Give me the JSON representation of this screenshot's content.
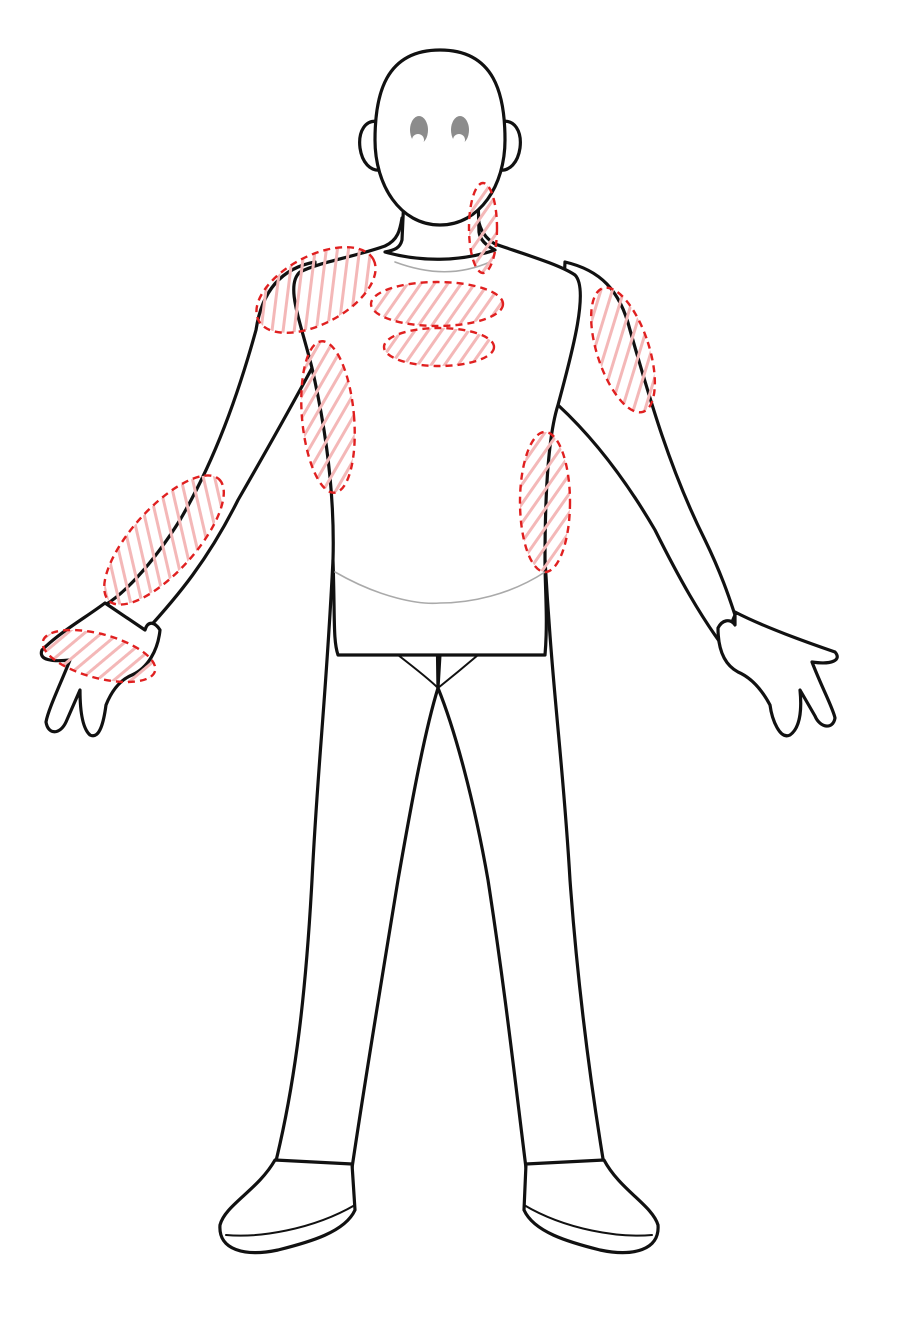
{
  "figure": {
    "type": "body-outline-front",
    "colors": {
      "outline": "#111111",
      "highlight_stroke": "#e02020",
      "highlight_fill": "#f4b8b8",
      "eyes": "#8c8c8c"
    },
    "highlight_zones": [
      {
        "name": "neck-right-zone"
      },
      {
        "name": "shoulder-left-zone"
      },
      {
        "name": "upper-chest-zone"
      },
      {
        "name": "lower-chest-zone"
      },
      {
        "name": "shoulder-right-zone"
      },
      {
        "name": "torso-side-left-zone"
      },
      {
        "name": "torso-side-right-zone"
      },
      {
        "name": "forearm-left-zone"
      },
      {
        "name": "wrist-hand-left-zone"
      }
    ]
  }
}
